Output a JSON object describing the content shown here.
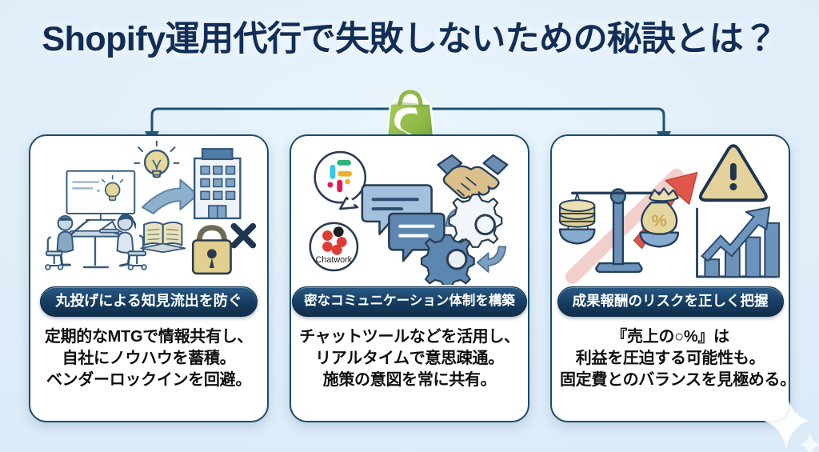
{
  "page": {
    "title": "Shopify運用代行で失敗しないための秘訣とは？",
    "background_color": "#e4f0fb",
    "title_color": "#102e57",
    "connector_color": "#1b5372",
    "card_border_color": "#1b4d6b",
    "heading_pill_color": "#163c5e",
    "accent_green": "#95bf47",
    "accent_red": "#e05a4e",
    "accent_gold": "#e2ce8f"
  },
  "brand": {
    "logo_name": "shopify-bag-logo",
    "letter": "S"
  },
  "cards": [
    {
      "id": "card-1",
      "heading": "丸投げによる知見流出を防ぐ",
      "body_lines": [
        "定期的なMTGで情報共有し、",
        "自社にノウハウを蓄積。",
        "ベンダーロックインを回避。"
      ],
      "illustration_name": "meeting-knowledge-transfer-illustration",
      "illustration_elements": [
        "presenter-person",
        "laptop-person",
        "whiteboard-with-lightbulb",
        "lightbulb-icon",
        "transfer-arrow-icon",
        "office-building-icon",
        "open-book-icon",
        "padlock-with-x-icon"
      ]
    },
    {
      "id": "card-2",
      "heading": "密なコミュニケーション体制を構築",
      "body_lines": [
        "チャットツールなどを活用し、",
        "リアルタイムで意思疎通。",
        "施策の意図を常に共有。"
      ],
      "illustration_name": "communication-tools-illustration",
      "illustration_elements": [
        "slack-logo-icon",
        "chatwork-logo-icon",
        "speech-bubble-icon",
        "handshake-icon",
        "gears-cycle-icon"
      ],
      "tool_labels": [
        "Chatwork"
      ]
    },
    {
      "id": "card-3",
      "heading": "成果報酬のリスクを正しく把握",
      "body_lines": [
        "『売上の○%』は",
        "利益を圧迫する可能性も。",
        "固定費とのバランスを見極める。"
      ],
      "illustration_name": "performance-fee-risk-illustration",
      "illustration_elements": [
        "balance-scale-icon",
        "coin-stack-icon",
        "money-bag-percent-icon",
        "red-rising-arrow-icon",
        "warning-triangle-icon",
        "bar-chart-growth-icon"
      ],
      "money_bag_symbol": "%"
    }
  ],
  "decorations": {
    "sparkles": [
      "sparkle-bottom-right",
      "sparkle-bottom-right-small"
    ]
  }
}
